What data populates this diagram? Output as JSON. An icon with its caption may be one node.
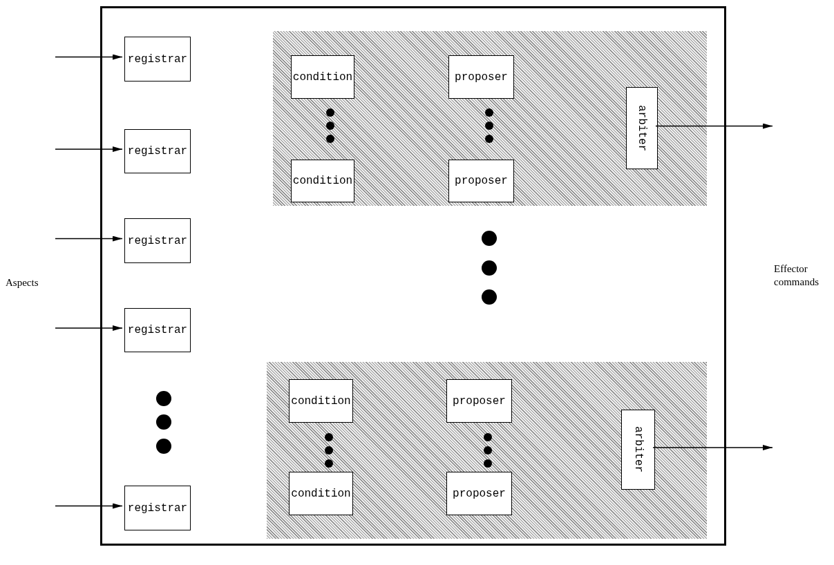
{
  "diagram": {
    "nodes": [
      {
        "text": [],
        "shape": "box"
      },
      {
        "text": [
          "registrar"
        ],
        "in": 0
      },
      {
        "text": [
          "registrar"
        ],
        "in": 0
      },
      {
        "text": [
          "registrar"
        ],
        "in": 0
      },
      {
        "text": [
          "registrar"
        ],
        "in": 0
      },
      {
        "text": [
          "registrar"
        ],
        "in": 0
      },
      {
        "text": [],
        "shape": "box",
        "in": 0
      },
      {
        "text": [
          "condition"
        ],
        "in": 6
      },
      {
        "text": [
          "proposer"
        ],
        "in": 6
      },
      {
        "text": [
          "arbiter"
        ],
        "in": 6
      },
      {
        "text": [
          "condition"
        ],
        "in": 6
      },
      {
        "text": [
          "proposer"
        ],
        "in": 6
      },
      {
        "text": [],
        "shape": "box",
        "in": 0
      },
      {
        "text": [
          "condition"
        ],
        "in": 12
      },
      {
        "text": [
          "proposer"
        ],
        "in": 12
      },
      {
        "text": [
          "arbiter"
        ],
        "in": 12
      },
      {
        "text": [
          "condition"
        ],
        "in": 12
      },
      {
        "text": [
          "proposer"
        ],
        "in": 12
      }
    ],
    "edges": [
      {
        "from": null,
        "to": 1,
        "arrow": "to"
      },
      {
        "from": null,
        "to": 2,
        "arrow": "to"
      },
      {
        "from": null,
        "to": 3,
        "arrow": "to"
      },
      {
        "from": null,
        "to": 4,
        "arrow": "to"
      },
      {
        "from": null,
        "to": 5,
        "arrow": "to"
      },
      {
        "from": 9,
        "to": null,
        "arrow": "to"
      },
      {
        "from": 15,
        "to": null,
        "arrow": "to"
      }
    ],
    "labels": [
      "Aspects",
      "Effector commands"
    ]
  }
}
